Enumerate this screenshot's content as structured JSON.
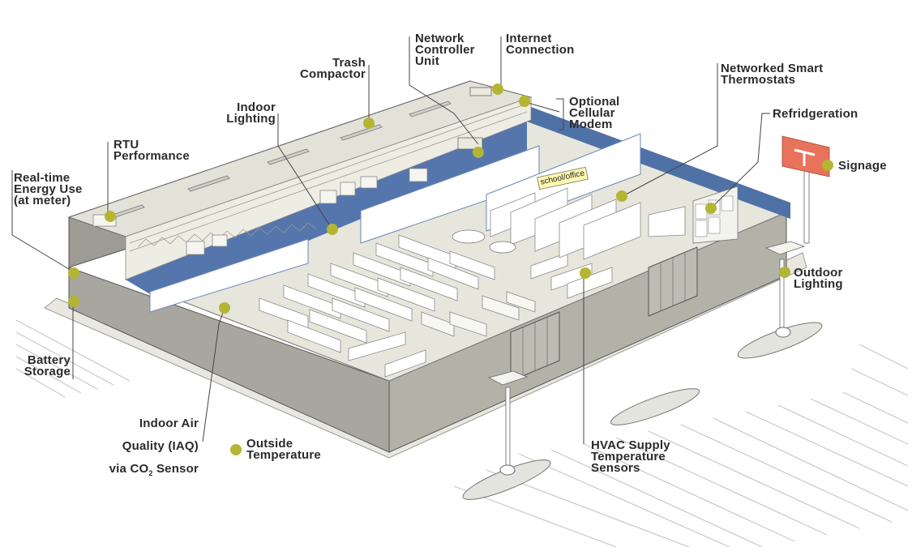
{
  "labels": {
    "network_controller": "Network\nController\nUnit",
    "internet_connection": "Internet\nConnection",
    "trash_compactor": "Trash\nCompactor",
    "networked_thermostats": "Networked Smart\nThermostats",
    "optional_modem": "Optional\nCellular\nModem",
    "indoor_lighting": "Indoor\nLighting",
    "refrigeration": "Refridgeration",
    "rtu_performance": "RTU\nPerformance",
    "signage": "Signage",
    "realtime_energy": "Real-time\nEnergy Use\n(at meter)",
    "outdoor_lighting": "Outdoor\nLighting",
    "battery_storage": "Battery\nStorage",
    "iaq_line1": "Indoor Air",
    "iaq_line2": "Quality (IAQ)",
    "iaq_line3_pre": "via CO",
    "iaq_line3_sub": "2",
    "iaq_line3_post": " Sensor",
    "outside_temperature": "Outside\nTemperature",
    "hvac_supply": "HVAC Supply\nTemperature\nSensors",
    "school_office": "school/office"
  },
  "colors": {
    "marker": "#b5b534",
    "wall_blue": "#5073a8",
    "sign": "#e8725a",
    "wall_gray": "#b9b9b0",
    "floor": "#e6e6dc"
  }
}
